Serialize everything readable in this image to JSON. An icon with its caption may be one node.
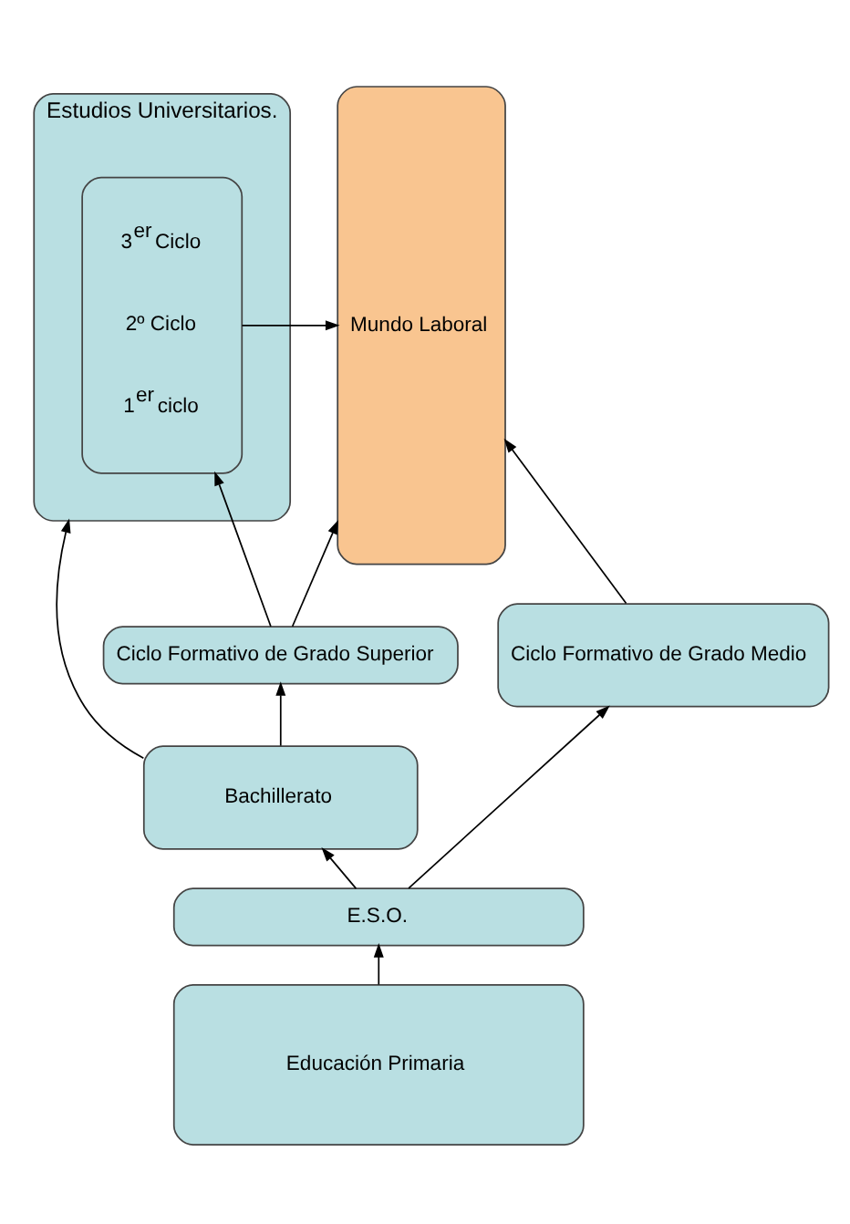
{
  "diagram": {
    "nodes": [
      {
        "text": [
          "Estudios Universitarios."
        ]
      },
      {
        "text": [
          "3$^{er}$ Ciclo",
          "2º Ciclo",
          "1$^{er}$ ciclo"
        ],
        "in": 0
      },
      {
        "text": [
          "Mundo Laboral"
        ]
      },
      {
        "text": [
          "Ciclo Formativo de Grado Superior"
        ]
      },
      {
        "text": [
          "Bachillerato"
        ]
      },
      {
        "text": [
          "Ciclo Formativo de Grado Medio"
        ]
      },
      {
        "text": [
          "E.S.O."
        ]
      },
      {
        "text": [
          "Educación Primaria"
        ]
      }
    ],
    "edges": [
      {
        "from": 7,
        "to": 6,
        "arrow": "to"
      },
      {
        "from": 6,
        "to": 4,
        "arrow": "to"
      },
      {
        "from": 6,
        "to": 5,
        "arrow": "to"
      },
      {
        "from": 4,
        "to": 0,
        "arrow": "to"
      },
      {
        "from": 4,
        "to": 3,
        "arrow": "to"
      },
      {
        "from": 3,
        "to": 1,
        "arrow": "to"
      },
      {
        "from": 1,
        "to": 2,
        "arrow": "to"
      },
      {
        "from": 3,
        "to": 2,
        "arrow": "to"
      },
      {
        "from": 5,
        "to": 2,
        "arrow": "to"
      }
    ]
  }
}
